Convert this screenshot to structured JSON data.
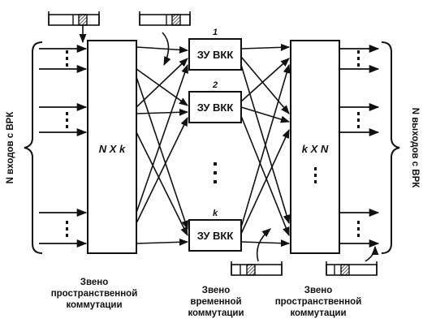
{
  "stage_labels": {
    "left_switch": "N X k",
    "right_switch": "k X N"
  },
  "memory_units": [
    {
      "index": "1",
      "label": "ЗУ ВКК"
    },
    {
      "index": "2",
      "label": "ЗУ ВКК"
    },
    {
      "index": "k",
      "label": "ЗУ ВКК"
    }
  ],
  "side_labels": {
    "inputs": "N входов с ВРК",
    "outputs": "N выходов с ВРК"
  },
  "captions": {
    "space_left": [
      "Звено",
      "пространственной",
      "коммутации"
    ],
    "time_middle": [
      "Звено",
      "временной",
      "коммутации"
    ],
    "space_right": [
      "Звено",
      "пространственной",
      "коммутации"
    ]
  },
  "colors": {
    "ink": "#111111",
    "background": "#ffffff"
  }
}
